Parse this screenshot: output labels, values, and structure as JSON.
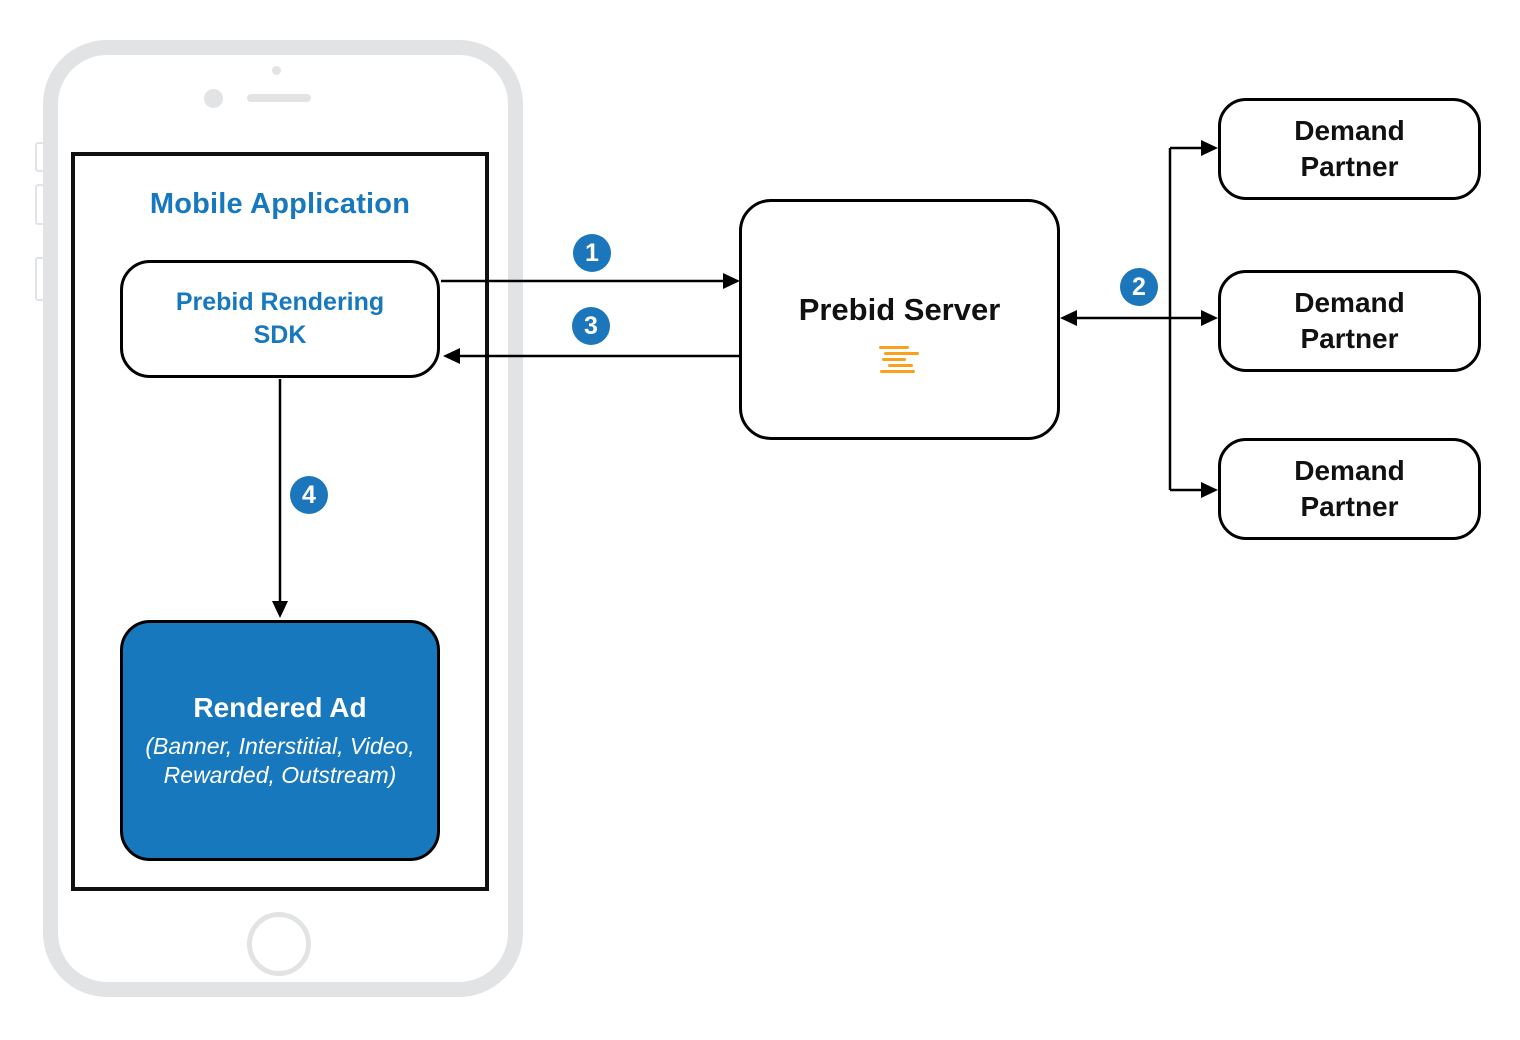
{
  "mobile_app": {
    "label": "Mobile Application"
  },
  "sdk": {
    "line1": "Prebid Rendering",
    "line2": "SDK"
  },
  "rendered_ad": {
    "title": "Rendered Ad",
    "sub1": "(Banner, Interstitial, Video,",
    "sub2": "Rewarded, Outstream)"
  },
  "server": {
    "label": "Prebid Server"
  },
  "demand_partners": [
    {
      "line1": "Demand",
      "line2": "Partner"
    },
    {
      "line1": "Demand",
      "line2": "Partner"
    },
    {
      "line1": "Demand",
      "line2": "Partner"
    }
  ],
  "steps": {
    "s1": "1",
    "s2": "2",
    "s3": "3",
    "s4": "4"
  },
  "colors": {
    "accent_blue": "#1878BE",
    "circle_blue": "#1B76BC",
    "ad_fill": "#1878BE",
    "logo_orange": "#F9A11C",
    "phone_gray": "#E1E3E5",
    "line_black": "#000000"
  }
}
